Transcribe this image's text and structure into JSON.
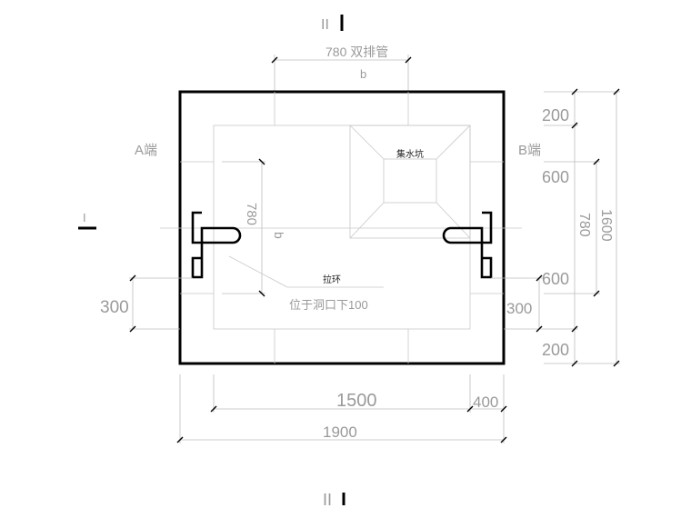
{
  "section_marks": {
    "top": "II",
    "bottom": "II",
    "left": "I"
  },
  "labels": {
    "dim_top": "780 双排管",
    "b_top": "b",
    "end_a": "A端",
    "end_b": "B端",
    "sump": "集水坑",
    "dim_780_vertical": "780",
    "b_vertical": "b",
    "pull_ring": "拉环",
    "pull_ring_note": "位于洞口下100",
    "left_300": "300",
    "right_300": "300"
  },
  "right_dims": {
    "d200_top": "200",
    "d600_upper": "600",
    "d780": "780",
    "d1600": "1600",
    "d600_lower": "600",
    "d200_bottom": "200"
  },
  "bottom_dims": {
    "d1500": "1500",
    "d400": "400",
    "d1900": "1900"
  }
}
